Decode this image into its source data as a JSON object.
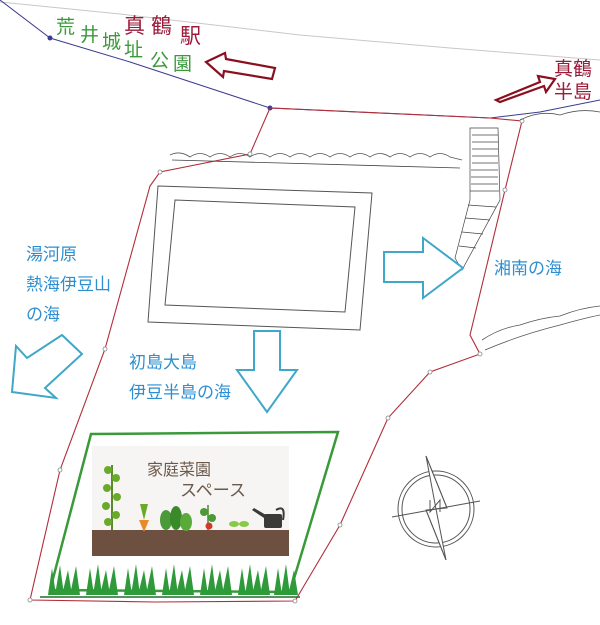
{
  "labels": {
    "station": {
      "line1": "真鶴",
      "line2": "駅",
      "color": "#9a1b3a"
    },
    "castle_park": {
      "chars": [
        "荒",
        "井",
        "城",
        "址",
        "公",
        "園"
      ],
      "color": "#3a9a3a"
    },
    "peninsula": {
      "line1": "真鶴",
      "line2": "半島",
      "color": "#9a1b3a"
    },
    "yugawara": {
      "lines": [
        "湯河原",
        "熱海伊豆山",
        "の海"
      ],
      "color": "#2d8fd0"
    },
    "shonan": {
      "text": "湘南の海",
      "color": "#2d8fd0"
    },
    "hatsushima": {
      "lines": [
        "初島大島",
        "伊豆半島の海"
      ],
      "color": "#2d8fd0"
    },
    "garden": {
      "title": "家庭菜園",
      "subtitle": "スペース"
    }
  },
  "colors": {
    "road_line": "#3b3b8f",
    "boundary": "#b22d3a",
    "arrow_red": "#8a1020",
    "arrow_blue": "#3fa7c8",
    "garden_border": "#3a9a3a",
    "soil": "#6e5040",
    "grass": "#2e9a3a"
  },
  "icons": [
    "compass-icon",
    "watering-can-icon",
    "vegetable-icon",
    "grass-icon"
  ]
}
